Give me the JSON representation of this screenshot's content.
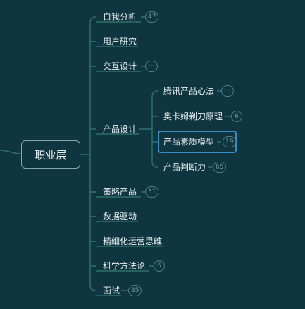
{
  "root": {
    "label": "职业层"
  },
  "branches": [
    {
      "label": "自我分析",
      "badge": "47"
    },
    {
      "label": "用户研究"
    },
    {
      "label": "交互设计",
      "badge": "···"
    },
    {
      "label": "产品设计"
    },
    {
      "label": "策略产品",
      "badge": "31"
    },
    {
      "label": "数据驱动"
    },
    {
      "label": "精细化运营思维"
    },
    {
      "label": "科学方法论",
      "badge": "6"
    },
    {
      "label": "面试",
      "badge": "35"
    }
  ],
  "product_design_children": [
    {
      "label": "腾讯产品心法",
      "badge": "···"
    },
    {
      "label": "奥卡姆剃刀原理",
      "badge": "6"
    },
    {
      "label": "产品素质模型",
      "badge": "19",
      "selected": true
    },
    {
      "label": "产品判断力",
      "badge": "65"
    }
  ],
  "colors": {
    "background": "#0f3540",
    "connector": "#2f6e6c",
    "selection": "#3b8cc3"
  }
}
